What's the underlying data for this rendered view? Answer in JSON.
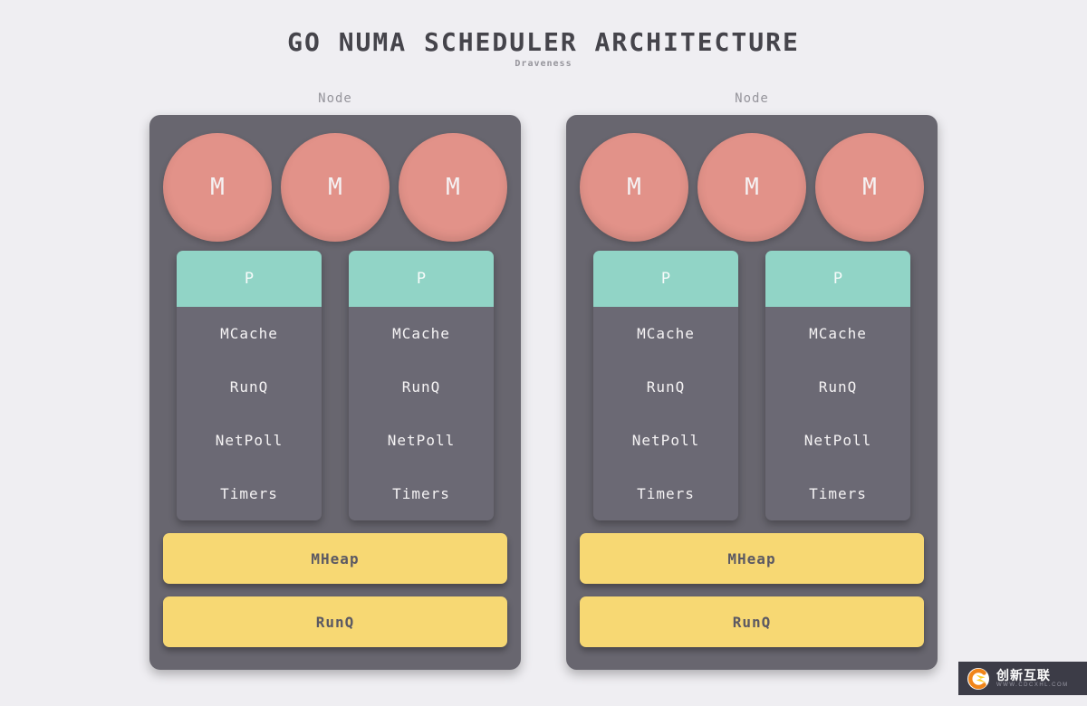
{
  "title": "GO NUMA SCHEDULER ARCHITECTURE",
  "subtitle": "Draveness",
  "nodes": [
    {
      "label": "Node",
      "machines": [
        "M",
        "M",
        "M"
      ],
      "processors": [
        {
          "label": "P",
          "rows": [
            "MCache",
            "RunQ",
            "NetPoll",
            "Timers"
          ]
        },
        {
          "label": "P",
          "rows": [
            "MCache",
            "RunQ",
            "NetPoll",
            "Timers"
          ]
        }
      ],
      "heap": "MHeap",
      "runq": "RunQ"
    },
    {
      "label": "Node",
      "machines": [
        "M",
        "M",
        "M"
      ],
      "processors": [
        {
          "label": "P",
          "rows": [
            "MCache",
            "RunQ",
            "NetPoll",
            "Timers"
          ]
        },
        {
          "label": "P",
          "rows": [
            "MCache",
            "RunQ",
            "NetPoll",
            "Timers"
          ]
        }
      ],
      "heap": "MHeap",
      "runq": "RunQ"
    }
  ],
  "watermark": {
    "brand": "创新互联",
    "site": "WWW.CDCXHL.COM"
  },
  "colors": {
    "bg": "#efeef2",
    "node_bg": "#68666f",
    "p_body": "#6b6974",
    "m_circle": "#e29289",
    "p_header": "#91d4c6",
    "bar_yellow": "#f7d873",
    "bar_text": "#5b5963",
    "title_text": "#45444b",
    "muted_text": "#96959c",
    "light_text": "#f5f3f4"
  }
}
